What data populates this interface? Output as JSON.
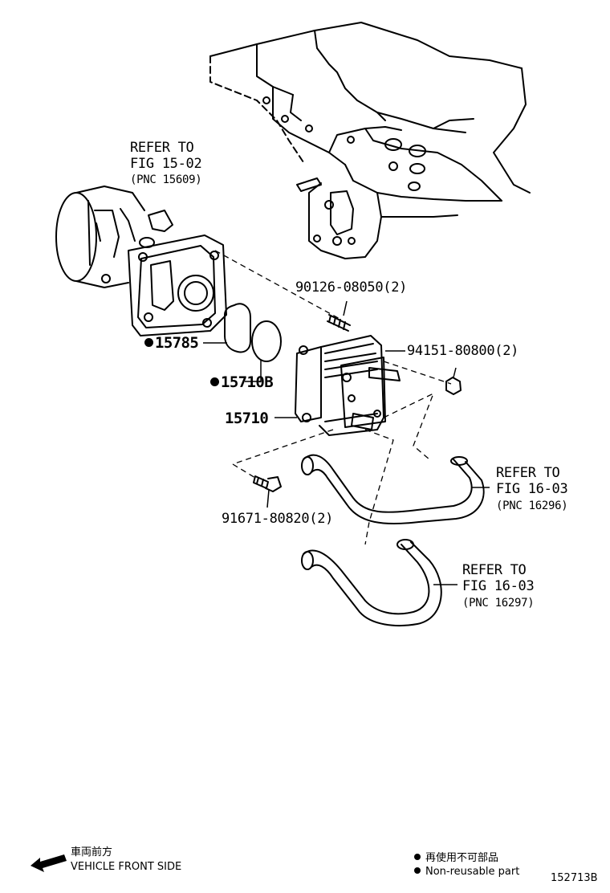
{
  "callouts": {
    "refer_1502": [
      "REFER TO",
      "FIG 15-02",
      "(PNC 15609)"
    ],
    "refer_1603_a": [
      "REFER TO",
      "FIG 16-03",
      "(PNC 16296)"
    ],
    "refer_1603_b": [
      "REFER TO",
      "FIG 16-03",
      "(PNC 16297)"
    ]
  },
  "parts": {
    "p15785": "15785",
    "p15710B": "15710B",
    "p15710": "15710",
    "p90126": "90126-08050(2)",
    "p94151": "94151-80800(2)",
    "p91671": "91671-80820(2)"
  },
  "legend": {
    "direction_jp": "車両前方",
    "direction_en": "VEHICLE FRONT SIDE",
    "nonreusable_jp": "再使用不可部品",
    "nonreusable_en": "Non-reusable part"
  },
  "figure_id": "152713B"
}
